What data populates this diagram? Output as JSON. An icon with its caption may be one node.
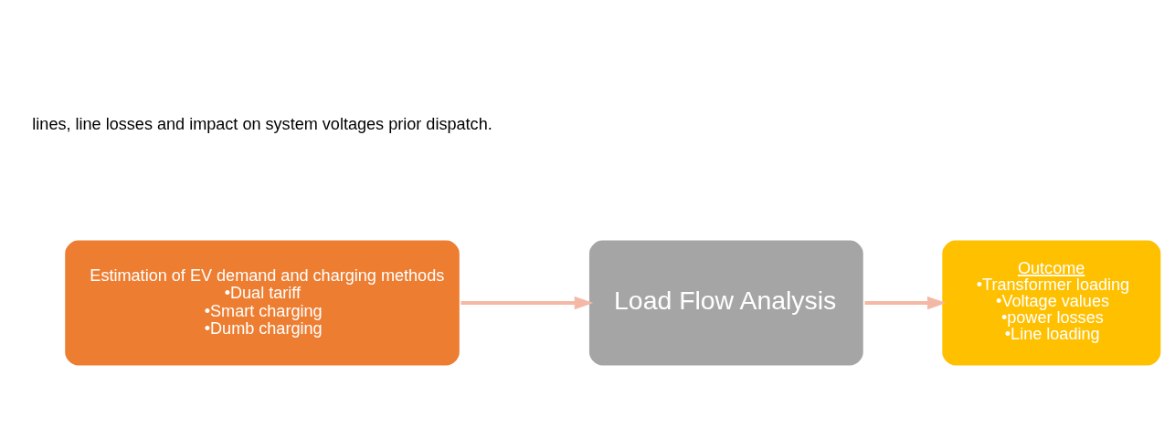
{
  "diagram": {
    "nodes": [
      {
        "text": [
          "Estimation of EV demand and charging methods",
          "•Dual tariff",
          "•Smart charging",
          "•Dumb charging"
        ]
      },
      {
        "text": [
          "Load Flow Analysis"
        ]
      },
      {
        "text": [
          "Outcome",
          "•Transformer loading",
          "•Voltage values",
          "•power losses",
          "•Line loading"
        ]
      }
    ],
    "edges": [
      {
        "from": 0,
        "to": 1,
        "arrow": "to"
      },
      {
        "from": 1,
        "to": 2,
        "arrow": "to"
      }
    ],
    "labels": [
      "lines, line losses and impact on system voltages prior dispatch."
    ]
  }
}
